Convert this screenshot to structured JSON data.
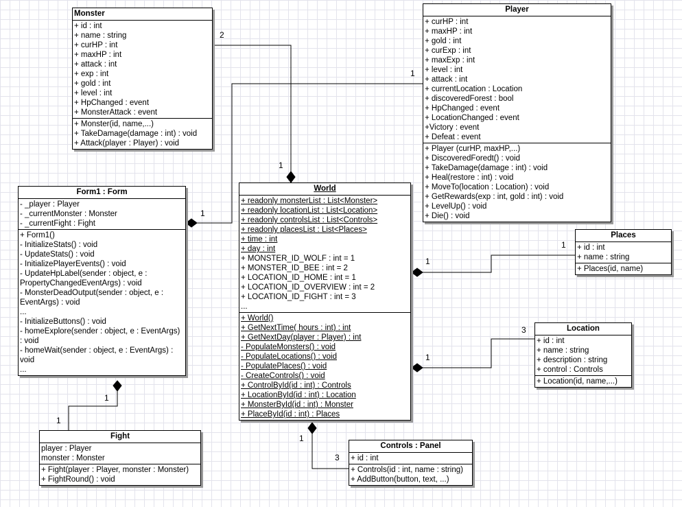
{
  "classes": {
    "monster": {
      "name": "Monster",
      "attributes": [
        "+ id : int",
        "+ name : string",
        "+ curHP : int",
        "+ maxHP : int",
        "+ attack : int",
        "+ exp : int",
        "+ gold : int",
        "+ level : int",
        "+ HpChanged : event",
        "+ MonsterAttack : event"
      ],
      "operations": [
        "+ Monster(id, name,...)",
        "+ TakeDamage(damage : int) : void",
        "+ Attack(player : Player) : void"
      ]
    },
    "player": {
      "name": "Player",
      "attributes": [
        "+ curHP : int",
        "+ maxHP : int",
        "+ gold : int",
        "+ curExp : int",
        "+ maxExp : int",
        "+ level : int",
        "+ attack : int",
        "+ currentLocation : Location",
        "+ discoveredForest : bool",
        "+ HpChanged : event",
        "+ LocationChanged : event",
        "+Victory : event",
        "+ Defeat : event"
      ],
      "operations": [
        "+ Player (curHP, maxHP,...)",
        "+ DiscoveredForedt() : void",
        "+ TakeDamage(damage : int) : void",
        "+ Heal(restore : int) : void",
        "+ MoveTo(location : Location) : void",
        "+ GetRewards(exp : int, gold : int) : void",
        "+ LevelUp() : void",
        "+ Die() : void"
      ]
    },
    "form1": {
      "name": "Form1 : Form",
      "attributes": [
        "- _player : Player",
        "- _currentMonster : Monster",
        "- _currentFight : Fight"
      ],
      "operations": [
        "+ Form1()",
        "- InitializeStats() : void",
        "- UpdateStats() : void",
        "- InitializePlayerEvents() : void",
        "- UpdateHpLabel(sender : object, e : PropertyChangedEventArgs) : void",
        "- MonsterDeadOutput(sender : object, e : EventArgs) : void",
        "...",
        "- InitializeButtons() : void",
        "- homeExplore(sender : object, e : EventArgs) : void",
        "- homeWait(sender : object, e : EventArgs) : void",
        "..."
      ]
    },
    "world": {
      "name": "World",
      "attributes": [
        "+ readonly monsterList : List<Monster>",
        "+ readonly locationList : List<Location>",
        "+ readonly controlsList : List<Controls>",
        "+ readonly placesList : List<Places>",
        "+ time : int",
        "+ day : int",
        "+ MONSTER_ID_WOLF : int = 1",
        "+ MONSTER_ID_BEE : int = 2",
        "+ LOCATION_ID_HOME : int = 1",
        "+ LOCATION_ID_OVERVIEW : int = 2",
        "+ LOCATION_ID_FIGHT : int = 3",
        "..."
      ],
      "operations": [
        "+ World()",
        "+ GetNextTime( hours : int) : int",
        "+ GetNextDay(player : Player) : int",
        "- PopulateMonsters() : void",
        "- PopulateLocations() : void",
        "- PopulatePlaces() : void",
        "- CreateControls() : void",
        "+ ControlById(id : int) : Controls",
        "+ LocationById(id : int) : Location",
        "+ MonsterById(id : int) : Monster",
        "+ PlaceById(id : int) : Places"
      ]
    },
    "places": {
      "name": "Places",
      "attributes": [
        "+ id : int",
        "+ name : string"
      ],
      "operations": [
        "+ Places(id, name)"
      ]
    },
    "location": {
      "name": "Location",
      "attributes": [
        "+ id : int",
        "+ name : string",
        "+ description : string",
        "+ control : Controls"
      ],
      "operations": [
        "+ Location(id, name,...)"
      ]
    },
    "fight": {
      "name": "Fight",
      "attributes": [
        "player : Player",
        "monster : Monster"
      ],
      "operations": [
        "+ Fight(player : Player, monster : Monster)",
        "+ FightRound() : void"
      ]
    },
    "controls": {
      "name": "Controls : Panel",
      "attributes": [
        "+ id : int"
      ],
      "operations": [
        "+ Controls(id : int, name : string)",
        "+ AddButton(button, text, ...)"
      ]
    }
  },
  "multiplicities": {
    "monster_world_src": "2",
    "monster_world_dst": "1",
    "player_form_src": "1",
    "player_form_dst": "1",
    "places_world_src": "1",
    "places_world_dst": "1",
    "location_world_src": "3",
    "location_world_dst": "1",
    "fight_form_src": "1",
    "fight_form_dst": "1",
    "controls_world_src": "3",
    "controls_world_dst": "1"
  }
}
